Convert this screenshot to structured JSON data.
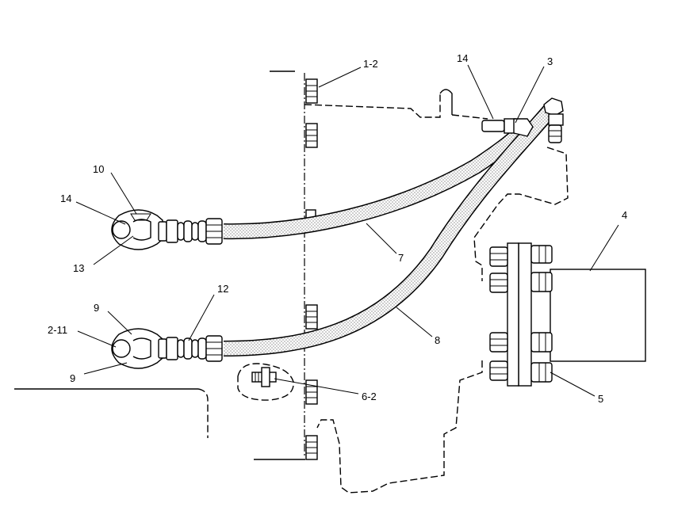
{
  "callouts": {
    "c1_2": "1-2",
    "c14_top": "14",
    "c3": "3",
    "c4": "4",
    "c10": "10",
    "c14_left": "14",
    "c13": "13",
    "c7": "7",
    "c9_top": "9",
    "c12": "12",
    "c2_11": "2-11",
    "c9_bottom": "9",
    "c8": "8",
    "c6_2": "6-2",
    "c5": "5"
  }
}
